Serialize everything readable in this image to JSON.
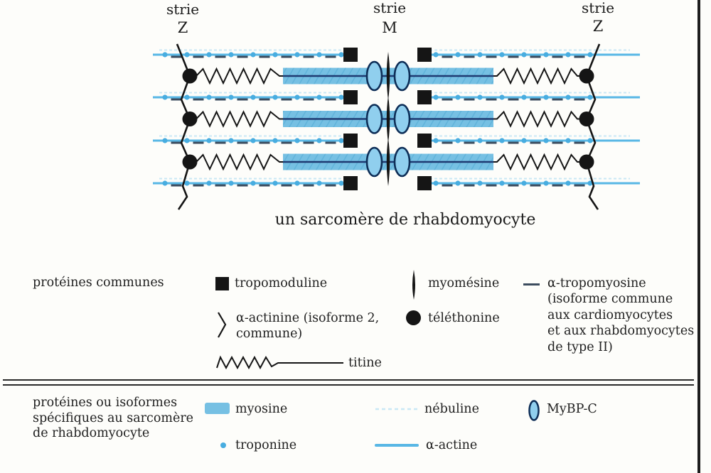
{
  "figure": {
    "caption": "un sarcomère de rhabdomyocyte",
    "strie": {
      "left_line1": "strie",
      "left_line2": "Z",
      "center_line1": "strie",
      "center_line2": "M",
      "right_line1": "strie",
      "right_line2": "Z"
    }
  },
  "legend_common": {
    "label": "protéines communes",
    "tropomoduline": "tropomoduline",
    "actinine_line1": "α-actinine (isoforme 2,",
    "actinine_line2": "commune)",
    "titine": "titine",
    "myomesine": "myomésine",
    "telethonine": "téléthonine",
    "tropomyosine_line1": "α-tropomyosine",
    "tropomyosine_line2": "(isoforme commune",
    "tropomyosine_line3": "aux cardiomyocytes",
    "tropomyosine_line4": "et aux rhabdomyocytes",
    "tropomyosine_line5": "de type II)"
  },
  "legend_specific": {
    "label_line1": "protéines ou isoformes",
    "label_line2": "spécifiques au sarcomère",
    "label_line3": "de rhabdomyocyte",
    "myosine": "myosine",
    "troponine": "troponine",
    "nebuline": "nébuline",
    "actine": "α-actine",
    "mybpc": "MyBP-C"
  },
  "colors": {
    "ink_black": "#151515",
    "navy": "#1e3a72",
    "oval_outline": "#0e2e57",
    "myosin_blue": "#76c0e3",
    "myosin_blue_dark": "#61b3da",
    "actin_blue": "#58b7e5",
    "troponin_blue": "#48ade0",
    "nebulin_pale": "#c9e8f5",
    "oval_fill": "#90cfee",
    "tropomyosin_dash": "#3c4c5e",
    "rule_dark": "#2a2a2a"
  }
}
